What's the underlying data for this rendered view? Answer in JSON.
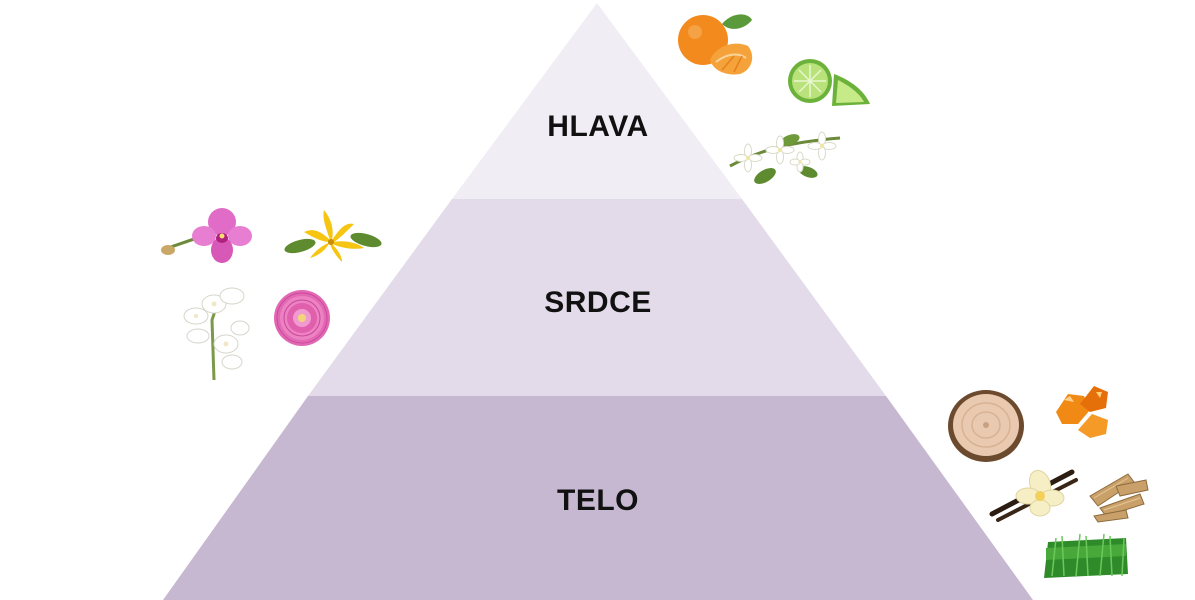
{
  "tiers": {
    "top": {
      "label": "HLAVA",
      "color": "#f1edf4"
    },
    "middle": {
      "label": "SRDCE",
      "color": "#e3dbe9"
    },
    "bottom": {
      "label": "TELO",
      "color": "#c7b8d2"
    }
  },
  "notes": {
    "top": [
      "mandarin-icon",
      "lime-icon",
      "jasmine-icon"
    ],
    "middle": [
      "orchid-icon",
      "ylang-ylang-icon",
      "tuberose-icon",
      "rose-icon"
    ],
    "bottom": [
      "wood-slice-icon",
      "amber-icon",
      "vanilla-icon",
      "sandalwood-icon",
      "grass-icon"
    ]
  }
}
